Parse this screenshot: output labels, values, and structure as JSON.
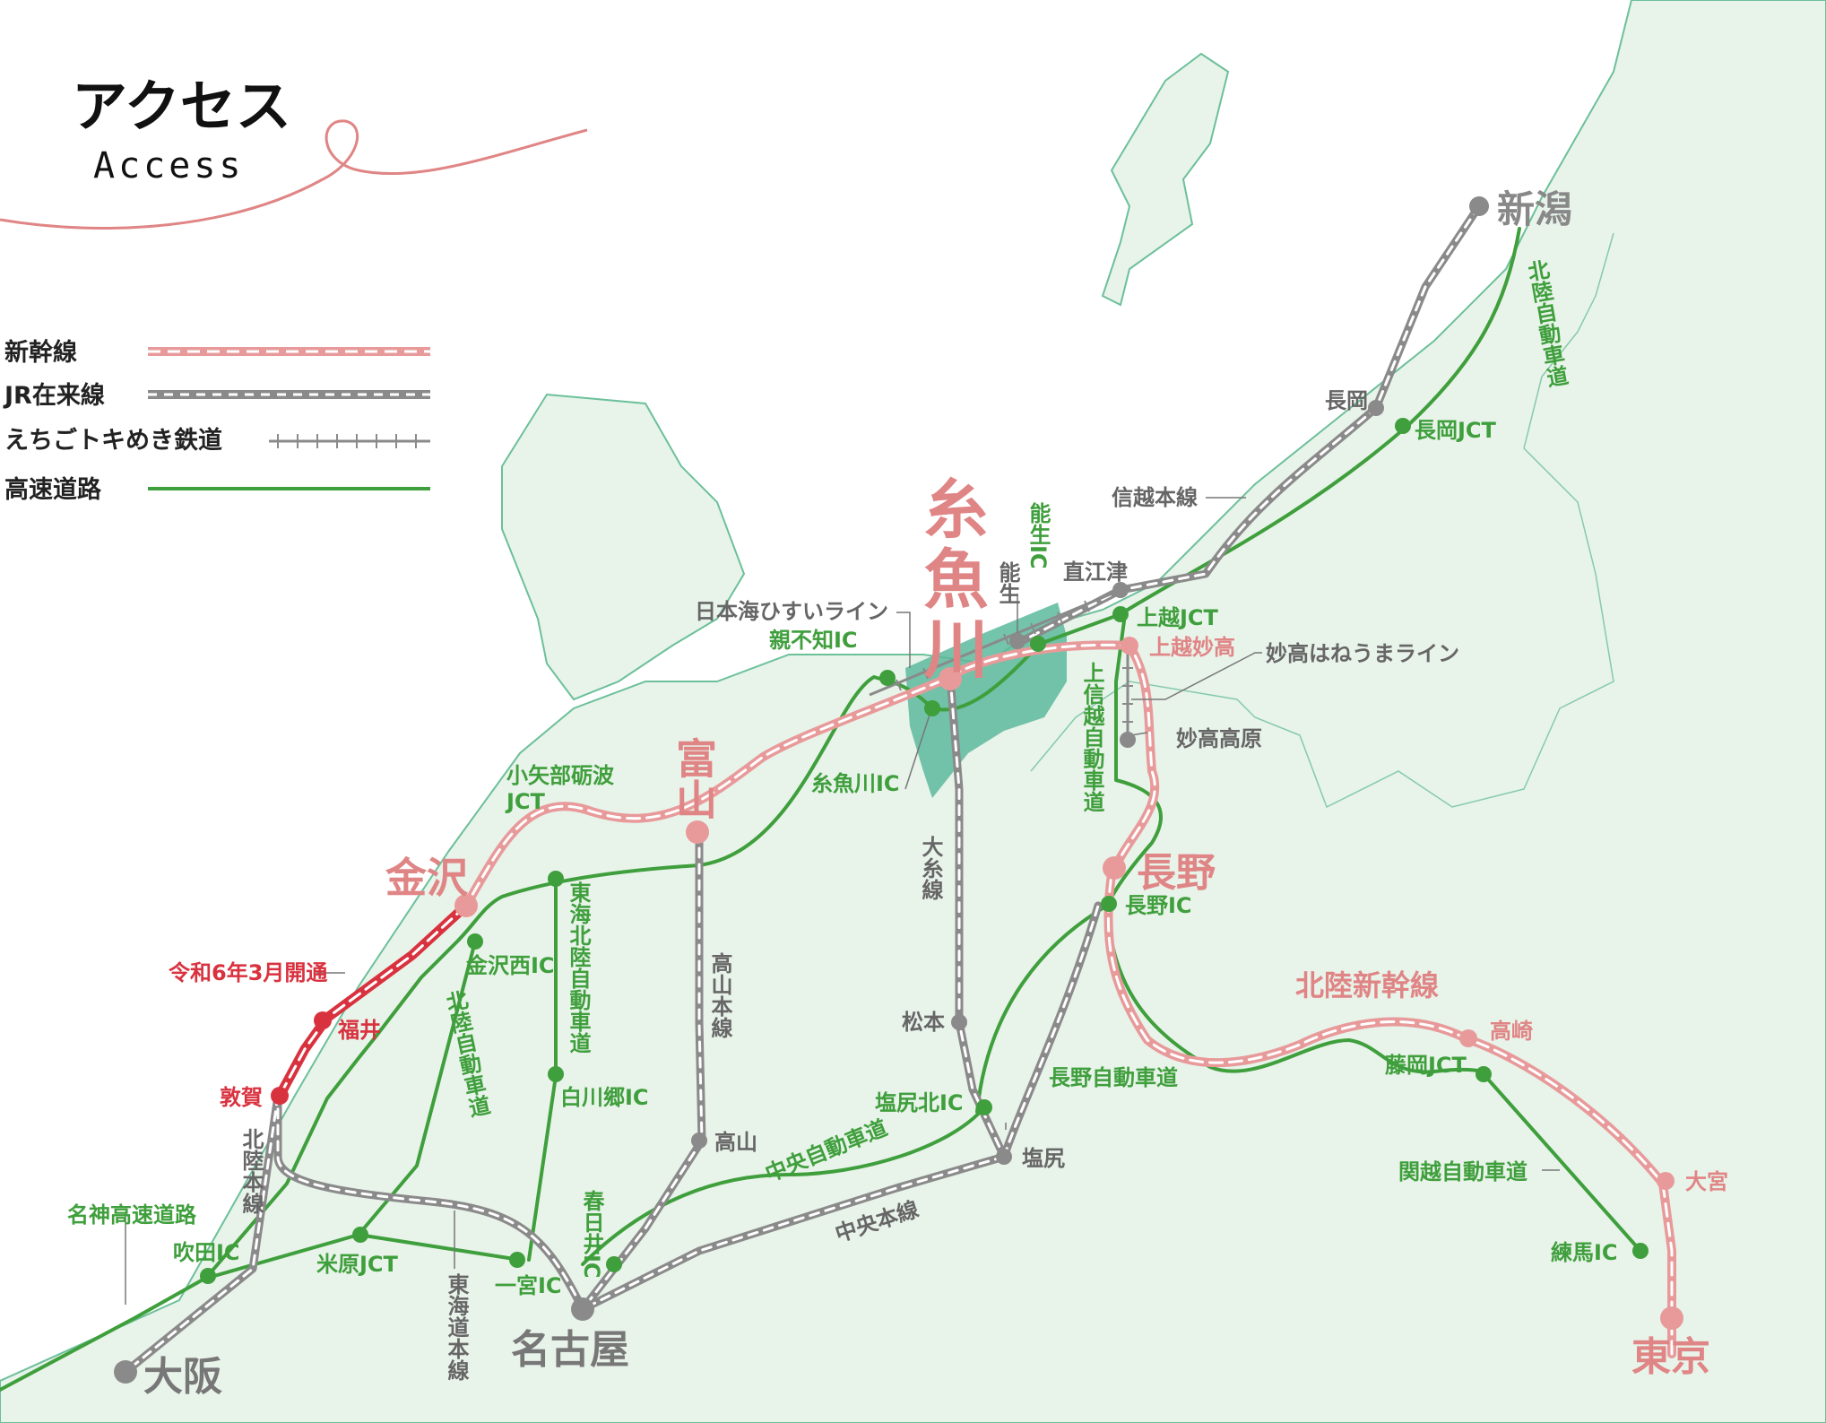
{
  "title": {
    "ja": "アクセス",
    "en": "Access"
  },
  "colors": {
    "land": "#e8f3ea",
    "coast": "#6cc09a",
    "shinkansen": "#e89a9a",
    "jr": "#8a8a8a",
    "echigo": "#8a8a8a",
    "highway": "#3f9f3c",
    "new_section": "#d9323f",
    "city_area": "#5cb89c",
    "station_gray": "#8a8a8a",
    "station_pink": "#e89a9a",
    "label_green": "#3f9f3c",
    "label_gray": "#666666",
    "label_pink": "#e08585",
    "label_red": "#d9323f"
  },
  "legend": [
    {
      "key": "shinkansen",
      "label": "新幹線"
    },
    {
      "key": "jr",
      "label": "JR在来線"
    },
    {
      "key": "echigo",
      "label": "えちごトキめき鉄道"
    },
    {
      "key": "highway",
      "label": "高速道路"
    }
  ],
  "labels": {
    "itoigawa_big": "糸魚川",
    "niigata": "新潟",
    "toyama": "富山",
    "kanazawa": "金沢",
    "nagano": "長野",
    "nagoya": "名古屋",
    "osaka": "大阪",
    "tokyo": "東京",
    "hokuriku_shinkansen": "北陸新幹線",
    "reiwa": "令和6年3月開通",
    "fukui": "福井",
    "tsuruga": "敦賀",
    "takasaki": "高崎",
    "omiya": "大宮",
    "joetsu_myoko": "上越妙高",
    "nagaoka": "長岡",
    "naoetsu": "直江津",
    "noo": "能生",
    "matsumoto": "松本",
    "shiojiri": "塩尻",
    "takayama": "高山",
    "myoko_kogen": "妙高高原",
    "shinetsu_line": "信越本線",
    "hisui_line": "日本海ひすいライン",
    "myoko_line": "妙高はねうまライン",
    "oito_line": "大糸線",
    "takayama_line": "高山本線",
    "chuo_line": "中央本線",
    "hokuriku_line": "北陸本線",
    "tokaido_line": "東海道本線",
    "nagaoka_jct": "長岡JCT",
    "joetsu_jct": "上越JCT",
    "noo_ic": "能生IC",
    "oyashirazu_ic": "親不知IC",
    "itoigawa_ic": "糸魚川IC",
    "nagano_ic": "長野IC",
    "fujioka_jct": "藤岡JCT",
    "nerima_ic": "練馬IC",
    "oyabe_jct": "小矢部砺波\nJCT",
    "kanazawa_nishi_ic": "金沢西IC",
    "shirakawago_ic": "白川郷IC",
    "shiojiri_kita_ic": "塩尻北IC",
    "kasugai_ic": "春日井IC",
    "ichinomiya_ic": "一宮IC",
    "maibara_jct": "米原JCT",
    "suita_ic": "吹田IC",
    "hokuriku_exp": "北陸自動車道",
    "joshinetsu_exp": "上信越自動車道",
    "tokai_hokuriku_exp": "東海北陸自動車道",
    "chuo_exp": "中央自動車道",
    "nagano_exp": "長野自動車道",
    "kanetsu_exp": "関越自動車道",
    "meishin_exp": "名神高速道路"
  }
}
